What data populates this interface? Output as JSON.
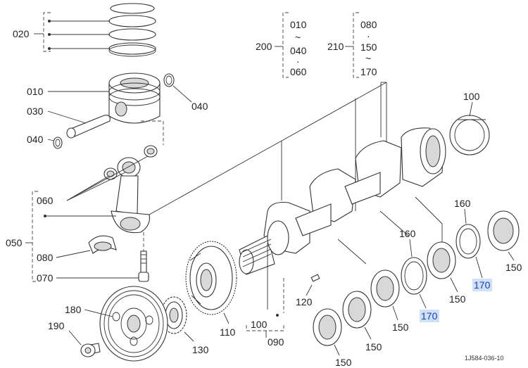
{
  "diagram": {
    "labels": {
      "l020": "020",
      "l010": "010",
      "l030": "030",
      "l040a": "040",
      "l040b": "040",
      "l060": "060",
      "l050": "050",
      "l080": "080",
      "l070": "070",
      "l180": "180",
      "l190": "190",
      "l130": "130",
      "l110": "110",
      "l100a": "100",
      "l100b": "100",
      "l090": "090",
      "l120": "120",
      "l150a": "150",
      "l150b": "150",
      "l150c": "150",
      "l150d": "150",
      "l150e": "150",
      "l160a": "160",
      "l160b": "160",
      "l170a": "170",
      "l170b": "170"
    },
    "groups": {
      "g200": {
        "label": "200",
        "items": [
          "010",
          "~",
          "040",
          "·",
          "060"
        ]
      },
      "g210": {
        "label": "210",
        "items": [
          "080",
          "·",
          "150",
          "~",
          "170"
        ]
      }
    },
    "highlight_color": "#cfe0f7",
    "code": "1J584-036-10"
  }
}
